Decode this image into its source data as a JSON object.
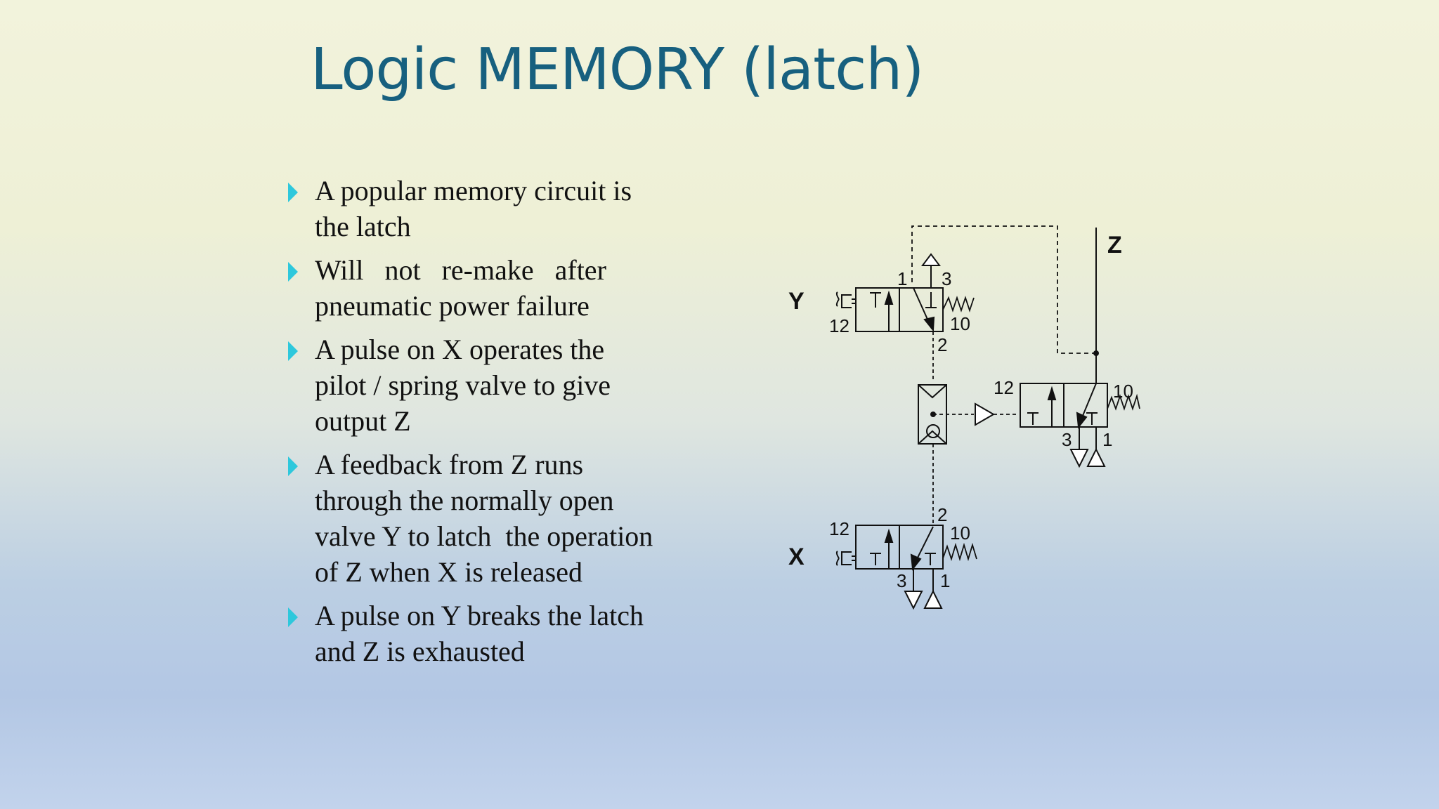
{
  "slide": {
    "title": "Logic MEMORY (latch)",
    "bullets": [
      {
        "line1": "A popular memory circuit is",
        "line2": "the latch"
      },
      {
        "line1": "Will   not   re-make   after",
        "line2": "pneumatic power failure"
      },
      {
        "line1": "A pulse on X operates the",
        "line2": "pilot / spring valve to give",
        "line3": "output Z"
      },
      {
        "line1": "A feedback from Z runs",
        "line2": "through the normally open",
        "line3": "valve Y to latch  the operation",
        "line4": "of Z when X is released"
      },
      {
        "line1": "A pulse on Y breaks the latch",
        "line2": "and Z is exhausted"
      }
    ]
  },
  "diagram": {
    "labels": {
      "y": "Y",
      "x": "X",
      "z": "Z"
    },
    "ports": {
      "y_1": "1",
      "y_3": "3",
      "y_12": "12",
      "y_10": "10",
      "y_2": "2",
      "main_12": "12",
      "main_10": "10",
      "main_3": "3",
      "main_1": "1",
      "x_2": "2",
      "x_12": "12",
      "x_10": "10",
      "x_3": "3",
      "x_1": "1"
    }
  }
}
